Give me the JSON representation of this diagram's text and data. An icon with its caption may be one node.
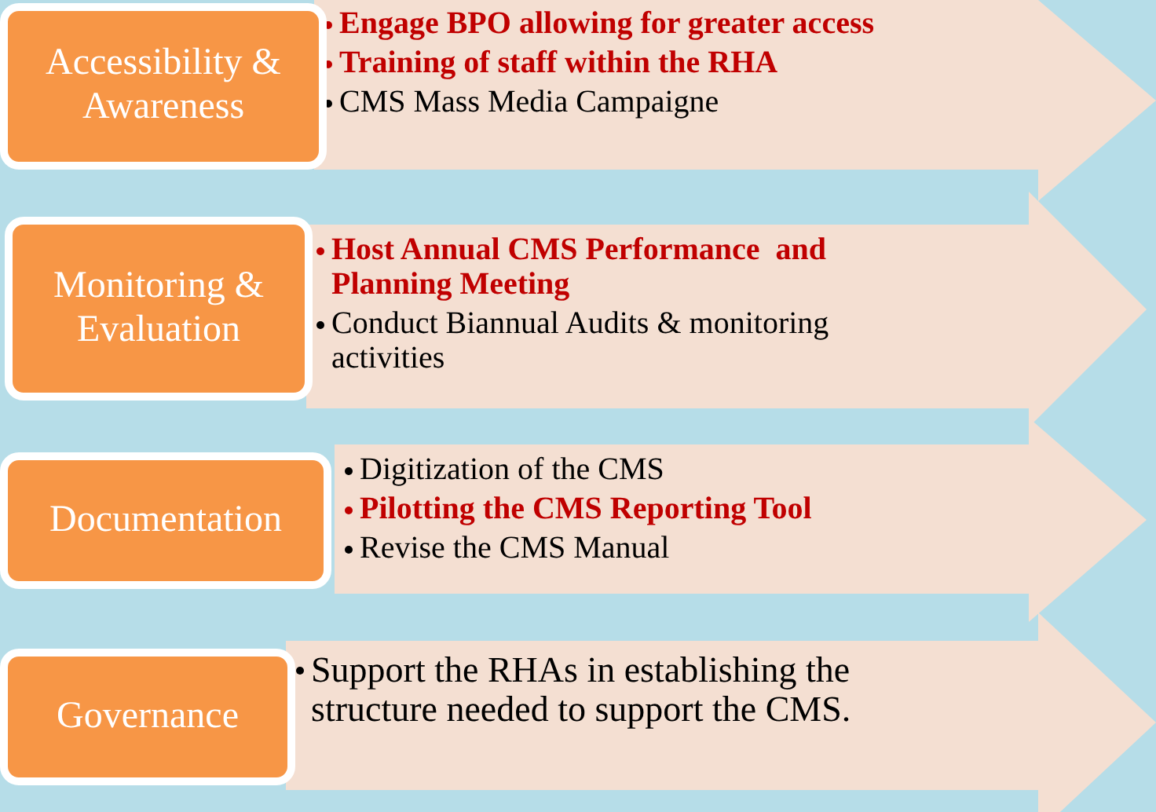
{
  "diagram": {
    "nodes": [
      {
        "text": [
          "Accessibility & Awareness"
        ]
      },
      {
        "text": [
          "**Engage BPO allowing for greater access**",
          "**Training of staff within the RHA**",
          "CMS Mass Media Campaigne"
        ]
      },
      {
        "text": [
          "Monitoring & Evaluation"
        ]
      },
      {
        "text": [
          "**Host Annual CMS Performance  and Planning Meeting**",
          "Conduct Biannual Audits & monitoring activities"
        ]
      },
      {
        "text": [
          "Documentation"
        ]
      },
      {
        "text": [
          "Digitization of the CMS",
          "**Pilotting the CMS Reporting Tool**",
          "Revise the CMS Manual"
        ]
      },
      {
        "text": [
          "Governance"
        ]
      },
      {
        "text": [
          "Support the RHAs in establishing the structure needed to support the CMS."
        ]
      }
    ]
  }
}
